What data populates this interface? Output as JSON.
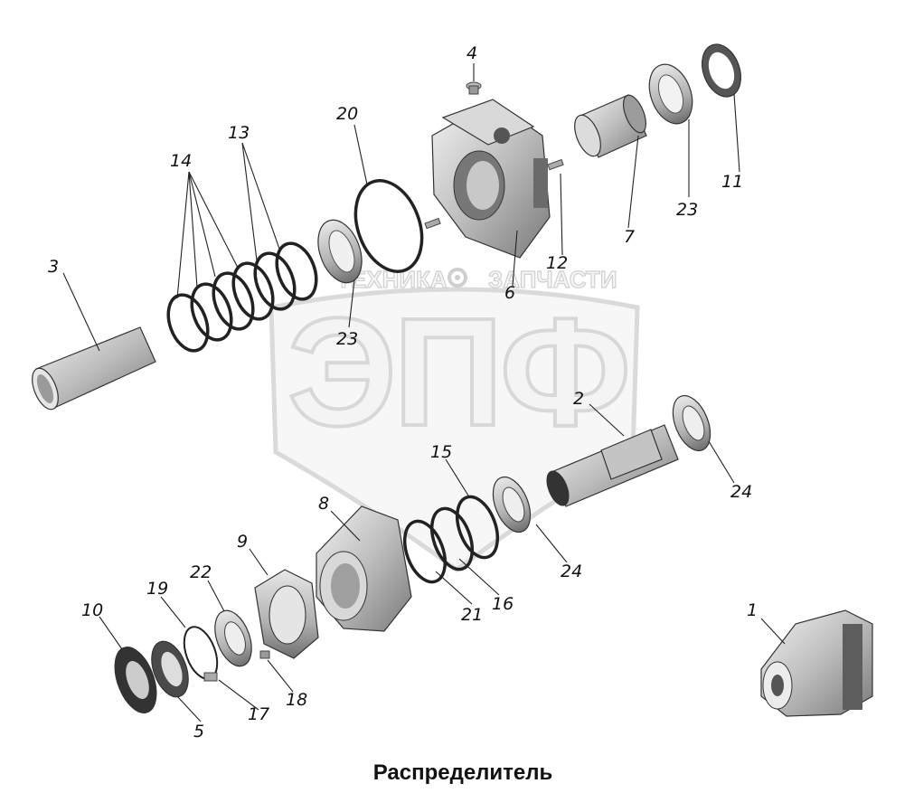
{
  "title": "Распределитель",
  "watermark": {
    "main": "ЭПФ",
    "left": "ТЕХНИКА",
    "right": "ЗАПЧАСТИ"
  },
  "callouts": {
    "n1": "1",
    "n2": "2",
    "n3": "3",
    "n4": "4",
    "n5": "5",
    "n6": "6",
    "n7": "7",
    "n8": "8",
    "n9": "9",
    "n10": "10",
    "n11": "11",
    "n12": "12",
    "n13": "13",
    "n14": "14",
    "n15": "15",
    "n16": "16",
    "n17": "17",
    "n18": "18",
    "n19": "19",
    "n20": "20",
    "n21": "21",
    "n22": "22",
    "n23a": "23",
    "n23b": "23",
    "n24a": "24",
    "n24b": "24"
  },
  "colors": {
    "part_fill": "#cfcfcf",
    "part_dark": "#8a8a8a",
    "watermark": "#e2e2e2"
  }
}
